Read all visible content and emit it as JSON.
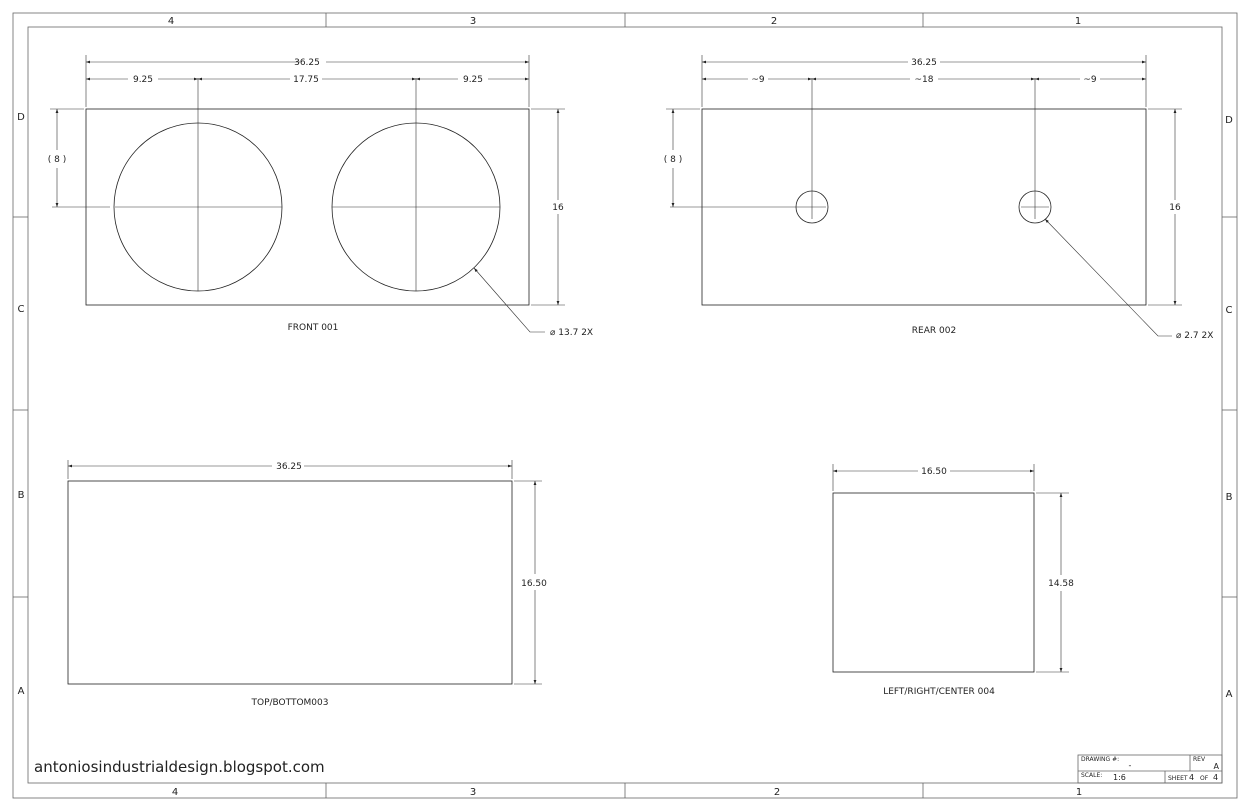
{
  "zones": {
    "columns": [
      "4",
      "3",
      "2",
      "1"
    ],
    "rows": [
      "D",
      "C",
      "B",
      "A"
    ]
  },
  "views": {
    "front": {
      "label": "FRONT 001",
      "overall_width": "36.25",
      "seg_left": "9.25",
      "seg_mid": "17.75",
      "seg_right": "9.25",
      "center_height": "8",
      "height": "16",
      "hole_callout": "13.7 2X"
    },
    "rear": {
      "label": "REAR 002",
      "overall_width": "36.25",
      "seg_left": "~9",
      "seg_mid": "~18",
      "seg_right": "~9",
      "center_height": "8",
      "height": "16",
      "hole_callout": "2.7 2X"
    },
    "top_bottom": {
      "label": "TOP/BOTTOM003",
      "width": "36.25",
      "height": "16.50"
    },
    "side": {
      "label": "LEFT/RIGHT/CENTER 004",
      "width": "16.50",
      "height": "14.58"
    }
  },
  "diameter_symbol": "⌀",
  "watermark": "antoniosindustrialdesign.blogspot.com",
  "title_block": {
    "drawing_label": "DRAWING #:",
    "drawing_value": "-",
    "rev_label": "REV",
    "rev_value": "A",
    "scale_label": "SCALE:",
    "scale_value": "1:6",
    "sheet_label": "SHEET",
    "sheet_num": "4",
    "of_label": "OF",
    "sheet_total": "4"
  }
}
